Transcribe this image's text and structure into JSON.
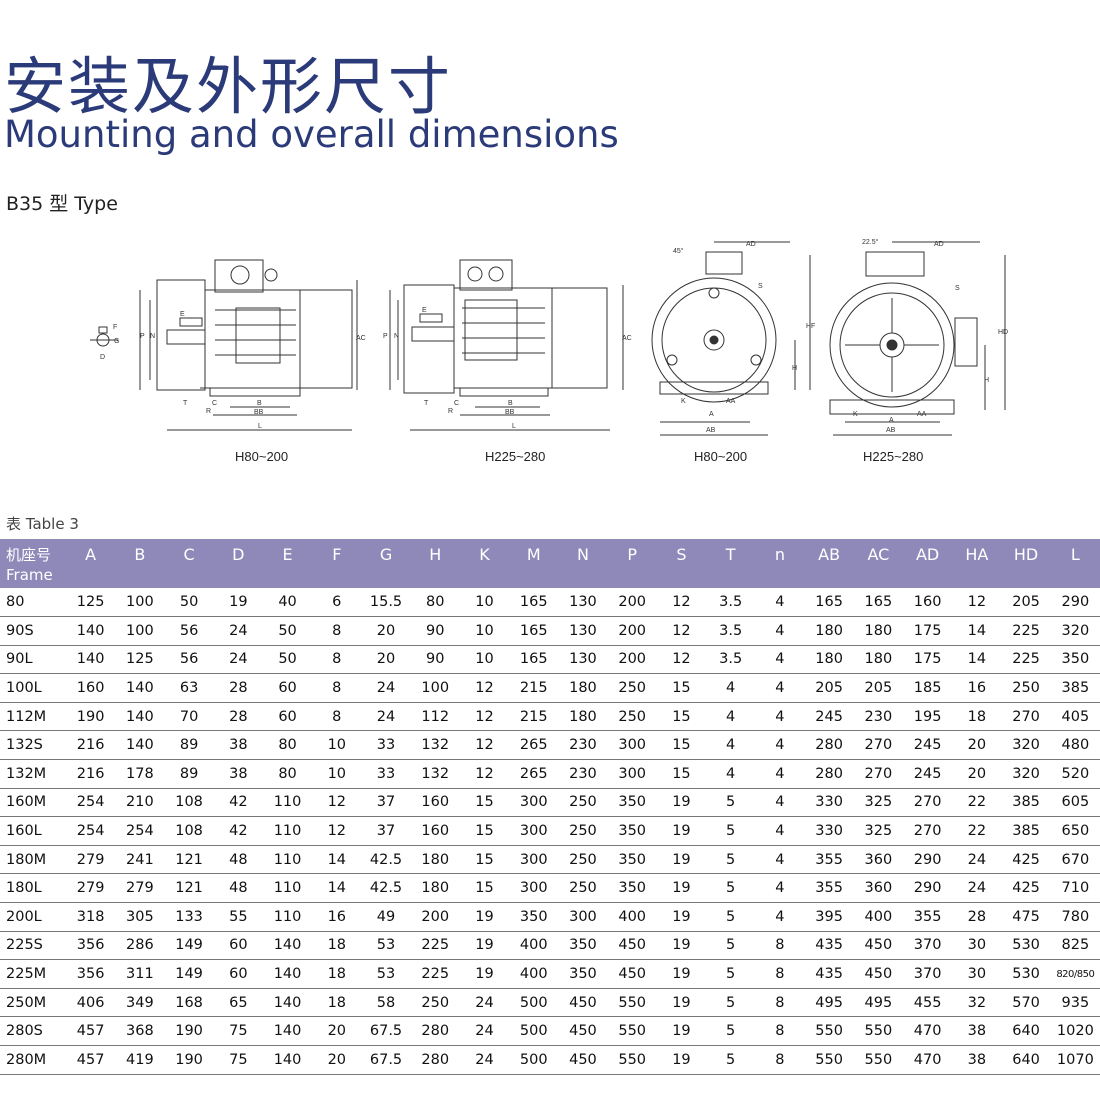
{
  "header": {
    "title_cn": "安装及外形尺寸",
    "title_en": "Mounting and overall dimensions",
    "type_label": "B35 型 Type"
  },
  "drawings": {
    "captions": [
      "H80~200",
      "H225~280",
      "H80~200",
      "H225~280"
    ],
    "side_labels": [
      "E",
      "T",
      "C",
      "R",
      "B",
      "BB",
      "L",
      "AC",
      "P",
      "N",
      "F",
      "G",
      "D"
    ],
    "end_labels": [
      "45°",
      "22.5°",
      "AD",
      "S",
      "HF",
      "HD",
      "H",
      "K",
      "A",
      "AA",
      "AB"
    ]
  },
  "table": {
    "label": "表 Table 3",
    "frame_header": [
      "机座号",
      "Frame"
    ],
    "columns": [
      "A",
      "B",
      "C",
      "D",
      "E",
      "F",
      "G",
      "H",
      "K",
      "M",
      "N",
      "P",
      "S",
      "T",
      "n",
      "AB",
      "AC",
      "AD",
      "HA",
      "HD",
      "L"
    ],
    "rows": [
      [
        "80",
        "125",
        "100",
        "50",
        "19",
        "40",
        "6",
        "15.5",
        "80",
        "10",
        "165",
        "130",
        "200",
        "12",
        "3.5",
        "4",
        "165",
        "165",
        "160",
        "12",
        "205",
        "290"
      ],
      [
        "90S",
        "140",
        "100",
        "56",
        "24",
        "50",
        "8",
        "20",
        "90",
        "10",
        "165",
        "130",
        "200",
        "12",
        "3.5",
        "4",
        "180",
        "180",
        "175",
        "14",
        "225",
        "320"
      ],
      [
        "90L",
        "140",
        "125",
        "56",
        "24",
        "50",
        "8",
        "20",
        "90",
        "10",
        "165",
        "130",
        "200",
        "12",
        "3.5",
        "4",
        "180",
        "180",
        "175",
        "14",
        "225",
        "350"
      ],
      [
        "100L",
        "160",
        "140",
        "63",
        "28",
        "60",
        "8",
        "24",
        "100",
        "12",
        "215",
        "180",
        "250",
        "15",
        "4",
        "4",
        "205",
        "205",
        "185",
        "16",
        "250",
        "385"
      ],
      [
        "112M",
        "190",
        "140",
        "70",
        "28",
        "60",
        "8",
        "24",
        "112",
        "12",
        "215",
        "180",
        "250",
        "15",
        "4",
        "4",
        "245",
        "230",
        "195",
        "18",
        "270",
        "405"
      ],
      [
        "132S",
        "216",
        "140",
        "89",
        "38",
        "80",
        "10",
        "33",
        "132",
        "12",
        "265",
        "230",
        "300",
        "15",
        "4",
        "4",
        "280",
        "270",
        "245",
        "20",
        "320",
        "480"
      ],
      [
        "132M",
        "216",
        "178",
        "89",
        "38",
        "80",
        "10",
        "33",
        "132",
        "12",
        "265",
        "230",
        "300",
        "15",
        "4",
        "4",
        "280",
        "270",
        "245",
        "20",
        "320",
        "520"
      ],
      [
        "160M",
        "254",
        "210",
        "108",
        "42",
        "110",
        "12",
        "37",
        "160",
        "15",
        "300",
        "250",
        "350",
        "19",
        "5",
        "4",
        "330",
        "325",
        "270",
        "22",
        "385",
        "605"
      ],
      [
        "160L",
        "254",
        "254",
        "108",
        "42",
        "110",
        "12",
        "37",
        "160",
        "15",
        "300",
        "250",
        "350",
        "19",
        "5",
        "4",
        "330",
        "325",
        "270",
        "22",
        "385",
        "650"
      ],
      [
        "180M",
        "279",
        "241",
        "121",
        "48",
        "110",
        "14",
        "42.5",
        "180",
        "15",
        "300",
        "250",
        "350",
        "19",
        "5",
        "4",
        "355",
        "360",
        "290",
        "24",
        "425",
        "670"
      ],
      [
        "180L",
        "279",
        "279",
        "121",
        "48",
        "110",
        "14",
        "42.5",
        "180",
        "15",
        "300",
        "250",
        "350",
        "19",
        "5",
        "4",
        "355",
        "360",
        "290",
        "24",
        "425",
        "710"
      ],
      [
        "200L",
        "318",
        "305",
        "133",
        "55",
        "110",
        "16",
        "49",
        "200",
        "19",
        "350",
        "300",
        "400",
        "19",
        "5",
        "4",
        "395",
        "400",
        "355",
        "28",
        "475",
        "780"
      ],
      [
        "225S",
        "356",
        "286",
        "149",
        "60",
        "140",
        "18",
        "53",
        "225",
        "19",
        "400",
        "350",
        "450",
        "19",
        "5",
        "8",
        "435",
        "450",
        "370",
        "30",
        "530",
        "825"
      ],
      [
        "225M",
        "356",
        "311",
        "149",
        "60",
        "140",
        "18",
        "53",
        "225",
        "19",
        "400",
        "350",
        "450",
        "19",
        "5",
        "8",
        "435",
        "450",
        "370",
        "30",
        "530",
        "820/850"
      ],
      [
        "250M",
        "406",
        "349",
        "168",
        "65",
        "140",
        "18",
        "58",
        "250",
        "24",
        "500",
        "450",
        "550",
        "19",
        "5",
        "8",
        "495",
        "495",
        "455",
        "32",
        "570",
        "935"
      ],
      [
        "280S",
        "457",
        "368",
        "190",
        "75",
        "140",
        "20",
        "67.5",
        "280",
        "24",
        "500",
        "450",
        "550",
        "19",
        "5",
        "8",
        "550",
        "550",
        "470",
        "38",
        "640",
        "1020"
      ],
      [
        "280M",
        "457",
        "419",
        "190",
        "75",
        "140",
        "20",
        "67.5",
        "280",
        "24",
        "500",
        "450",
        "550",
        "19",
        "5",
        "8",
        "550",
        "550",
        "470",
        "38",
        "640",
        "1070"
      ]
    ]
  }
}
